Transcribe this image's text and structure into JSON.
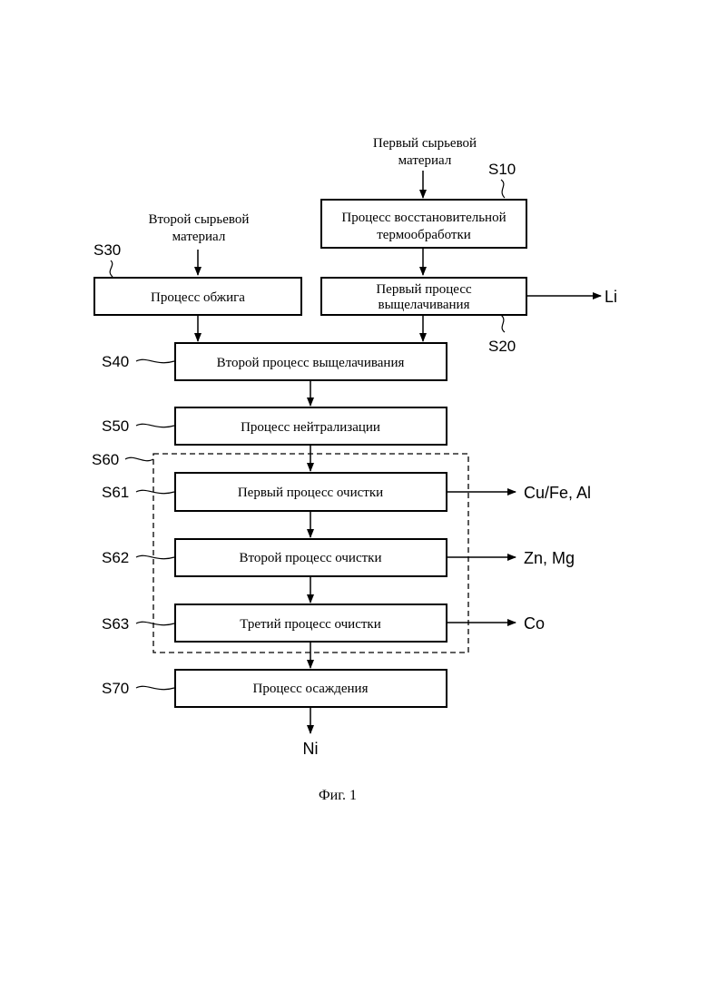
{
  "inputs": {
    "first_material": [
      "Первый сырьевой",
      "материал"
    ],
    "second_material": [
      "Второй сырьевой",
      "материал"
    ]
  },
  "steps": {
    "s10": {
      "label": "S10",
      "text": [
        "Процесс восстановительной",
        "термообработки"
      ]
    },
    "s20": {
      "label": "S20",
      "text": [
        "Первый процесс",
        "выщелачивания"
      ]
    },
    "s30": {
      "label": "S30",
      "text": [
        "Процесс обжига"
      ]
    },
    "s40": {
      "label": "S40",
      "text": [
        "Второй процесс выщелачивания"
      ]
    },
    "s50": {
      "label": "S50",
      "text": [
        "Процесс нейтрализации"
      ]
    },
    "s60": {
      "label": "S60"
    },
    "s61": {
      "label": "S61",
      "text": [
        "Первый процесс очистки"
      ]
    },
    "s62": {
      "label": "S62",
      "text": [
        "Второй процесс очистки"
      ]
    },
    "s63": {
      "label": "S63",
      "text": [
        "Третий процесс очистки"
      ]
    },
    "s70": {
      "label": "S70",
      "text": [
        "Процесс осаждения"
      ]
    }
  },
  "outputs": {
    "li": "Li",
    "cu_fe_al": "Cu/Fe, Al",
    "zn_mg": "Zn, Mg",
    "co": "Co",
    "ni": "Ni"
  },
  "caption": "Фиг. 1"
}
